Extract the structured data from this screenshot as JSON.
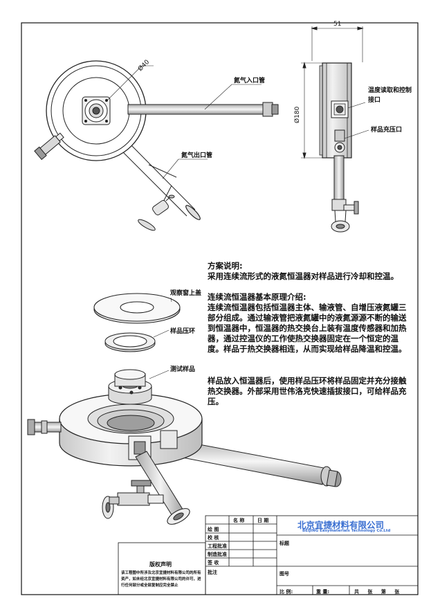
{
  "labels": {
    "dim_width": "51",
    "dim_dia40": "Ø40",
    "dim_dia180": "Ø180",
    "nitrogen_inlet": "氮气入口管",
    "nitrogen_outlet": "氮气出口管",
    "temp_port": "温度读取和控制接口",
    "sample_port": "样品充压口",
    "window_cover": "观察窗上盖",
    "sample_ring": "样品压环",
    "test_sample": "测试样品"
  },
  "description": {
    "heading1": "方案说明:",
    "para1": "采用连续流形式的液氮恒温器对样品进行冷却和控温。",
    "heading2": "连续流恒温器基本原理介绍:",
    "para2": "连续流恒温器包括恒温器主体、输液管、自增压液氮罐三部分组成。通过输液管把液氮罐中的液氮源源不断的输送到恒温器中，恒温器的热交换台上装有温度传感器和加热器，通过控温仪的工作使热交换器固定在一个恒定的温度。样品于热交换器相连，从而实现给样品降温和控温。",
    "para3": "样品放入恒温器后，使用样品压环将样品固定并充分接触热交换器。外部采用世伟洛克快速插拔接口，可给样品充压。"
  },
  "title_block": {
    "company_cn": "北京宜捷材料有限公司",
    "company_en": "BEIJING Easymaterials Technology Co.Ltd",
    "col_name": "名 称",
    "col_date": "日 期",
    "rows": [
      "绘 图",
      "校 核",
      "工程批准",
      "制造批准",
      "签 收"
    ],
    "copyright_title": "版权声明",
    "copyright_text": "该工程图中所涉及北京宜捷材料有限公司的所有资产，如未经北京宜捷材料有限公司的许可，进行任何部分或全部复制应完全禁止",
    "remark": "批注",
    "title_label": "标题",
    "drawing_no": "图号",
    "scale": "比 例:",
    "weight": "重 量:",
    "sheet": "共 张 第 张"
  }
}
